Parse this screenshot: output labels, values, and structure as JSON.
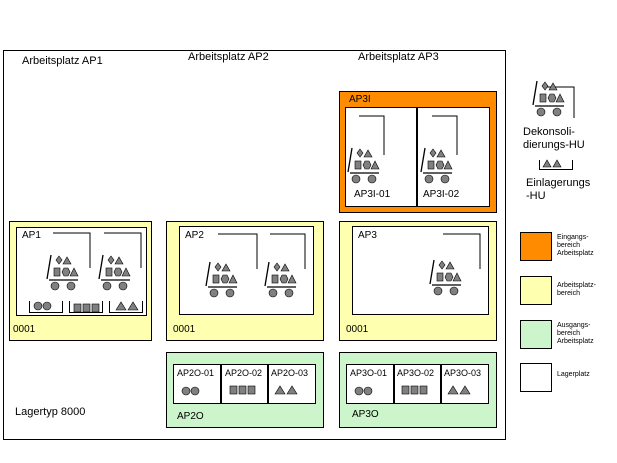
{
  "colors": {
    "orange": "#ff8c00",
    "yellow": "#ffffb0",
    "green": "#ccf5cc",
    "white": "#ffffff",
    "gray": "#808080",
    "border": "#000000"
  },
  "main": {
    "storage_type_label": "Lagertyp 8000",
    "workstations": [
      {
        "title": "Arbeitsplatz AP1",
        "work_area": {
          "label": "AP1",
          "code": "0001",
          "color": "yellow"
        }
      },
      {
        "title": "Arbeitsplatz AP2",
        "work_area": {
          "label": "AP2",
          "code": "0001",
          "color": "yellow"
        },
        "outbound": {
          "label": "AP2O",
          "bins": [
            "AP2O-01",
            "AP2O-02",
            "AP2O-03"
          ],
          "color": "green"
        }
      },
      {
        "title": "Arbeitsplatz AP3",
        "inbound": {
          "label": "AP3I",
          "bins": [
            "AP3I-01",
            "AP3I-02"
          ],
          "color": "orange"
        },
        "work_area": {
          "label": "AP3",
          "code": "0001",
          "color": "yellow"
        },
        "outbound": {
          "label": "AP3O",
          "bins": [
            "AP3O-01",
            "AP3O-02",
            "AP3O-03"
          ],
          "color": "green"
        }
      }
    ]
  },
  "legend": {
    "deconsolidation_hu": "Dekonsoli-\ndierungs-HU",
    "putaway_hu": "Einlagerungs\n-HU",
    "items": [
      {
        "color": "orange",
        "label": "Eingangs-\nbereich\nArbeitsplatz"
      },
      {
        "color": "yellow",
        "label": "Arbeitsplatz-\nbereich"
      },
      {
        "color": "green",
        "label": "Ausgangs-\nbereich\nArbeitsplatz"
      },
      {
        "color": "white",
        "label": "Lagerplatz"
      }
    ]
  },
  "icons": [
    "cart-icon",
    "hu-tray-icon",
    "shapes-group-icon"
  ]
}
